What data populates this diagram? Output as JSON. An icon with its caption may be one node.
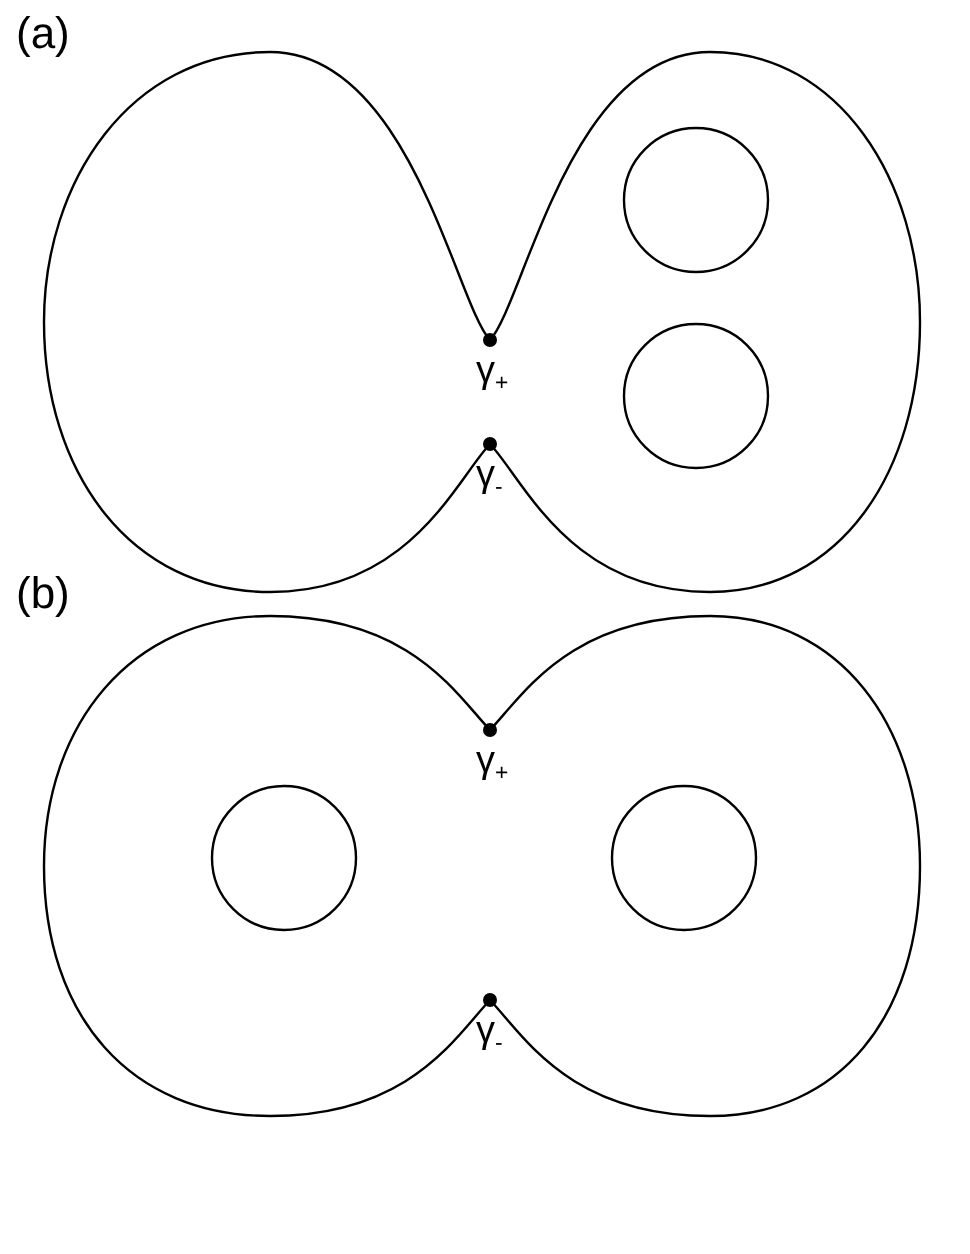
{
  "diagram": {
    "labels": [
      "(a)",
      "γ$_{+}$",
      "γ$_{-}$",
      "(b)",
      "γ$_{+}$",
      "γ$_{-}$"
    ]
  }
}
